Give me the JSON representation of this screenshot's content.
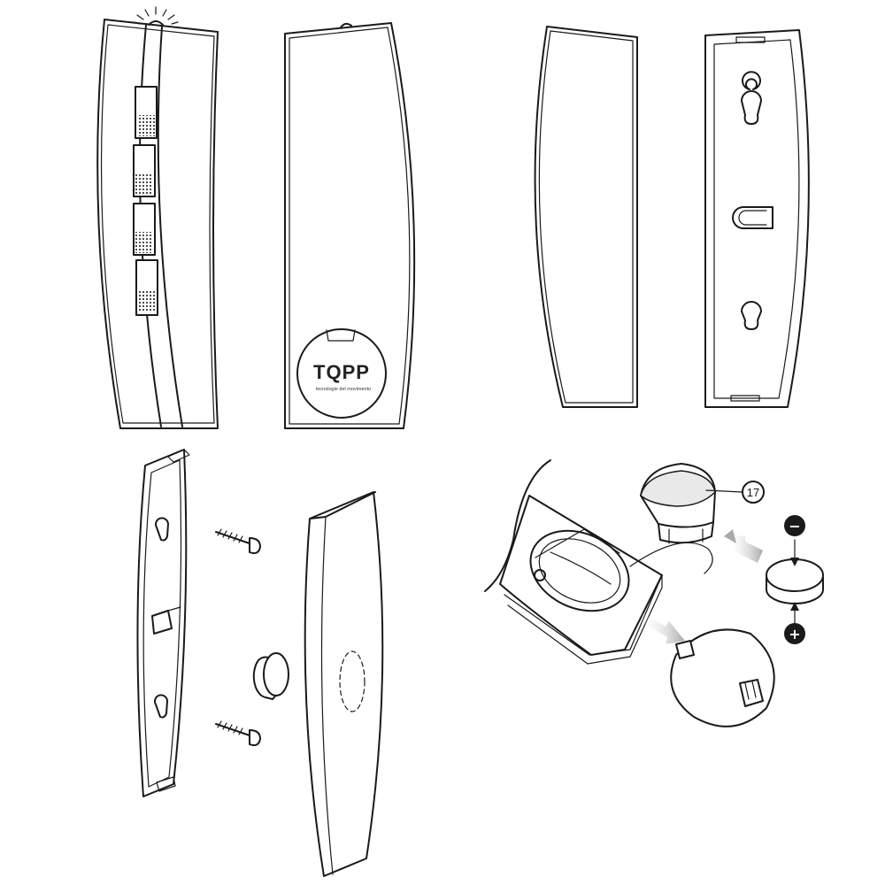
{
  "brand": {
    "logo_text": "TQPP",
    "tagline": "tecnologie del movimento"
  },
  "callouts": [
    {
      "label": "17"
    }
  ],
  "polarity": {
    "negative_symbol": "−",
    "positive_symbol": "+"
  },
  "colors": {
    "line": "#1a1a1a",
    "fill": "#ffffff",
    "arrow": "#a9a9a9"
  }
}
